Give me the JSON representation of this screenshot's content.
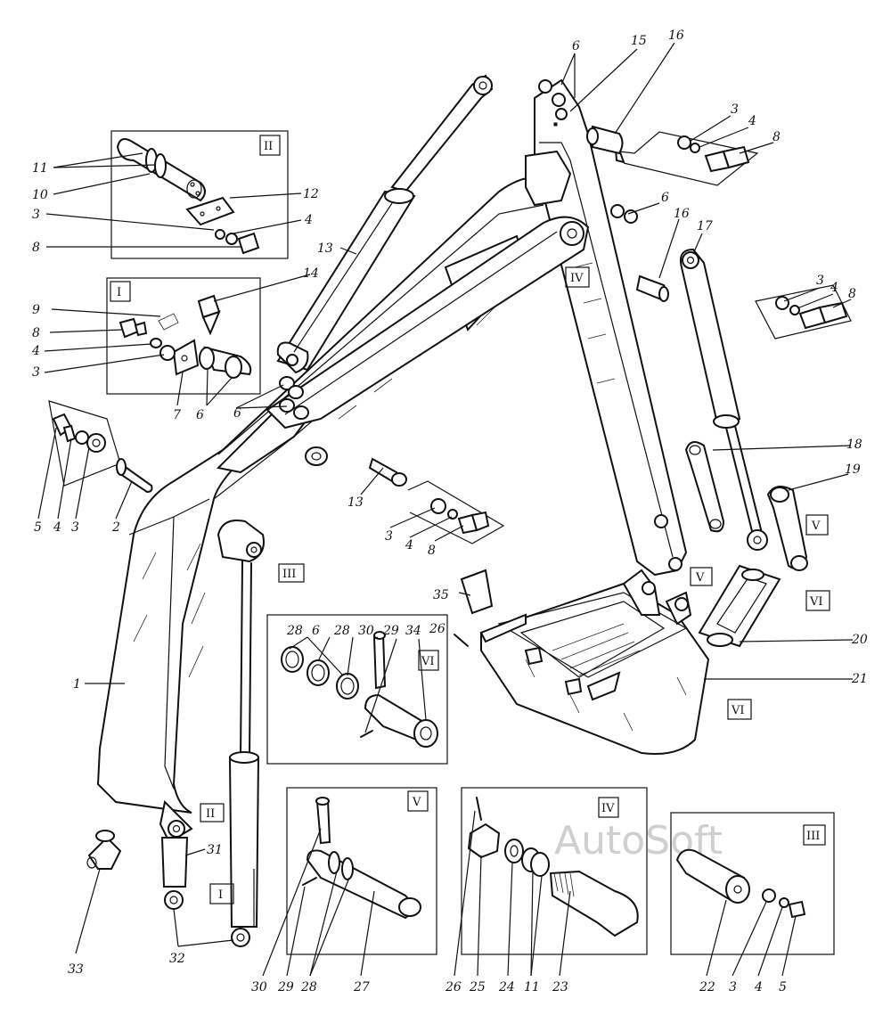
{
  "watermark": "AutoSoft",
  "callouts": [
    {
      "id": "c6a",
      "text": "6"
    },
    {
      "id": "c15",
      "text": "15"
    },
    {
      "id": "c16a",
      "text": "16"
    },
    {
      "id": "c3a",
      "text": "3"
    },
    {
      "id": "c4a",
      "text": "4"
    },
    {
      "id": "c8a",
      "text": "8"
    },
    {
      "id": "c6b",
      "text": "6"
    },
    {
      "id": "c16b",
      "text": "16"
    },
    {
      "id": "c17",
      "text": "17"
    },
    {
      "id": "c3b",
      "text": "3"
    },
    {
      "id": "c4b",
      "text": "4"
    },
    {
      "id": "c8b",
      "text": "8"
    },
    {
      "id": "c18",
      "text": "18"
    },
    {
      "id": "c19",
      "text": "19"
    },
    {
      "id": "c20",
      "text": "20"
    },
    {
      "id": "c21",
      "text": "21"
    },
    {
      "id": "c35",
      "text": "35"
    },
    {
      "id": "c26a",
      "text": "26"
    },
    {
      "id": "c11a",
      "text": "11"
    },
    {
      "id": "c10",
      "text": "10"
    },
    {
      "id": "c12",
      "text": "12"
    },
    {
      "id": "c3c",
      "text": "3"
    },
    {
      "id": "c4c",
      "text": "4"
    },
    {
      "id": "c8c",
      "text": "8"
    },
    {
      "id": "c13a",
      "text": "13"
    },
    {
      "id": "c14",
      "text": "14"
    },
    {
      "id": "c9",
      "text": "9"
    },
    {
      "id": "c8d",
      "text": "8"
    },
    {
      "id": "c4d",
      "text": "4"
    },
    {
      "id": "c3d",
      "text": "3"
    },
    {
      "id": "c7",
      "text": "7"
    },
    {
      "id": "c6c",
      "text": "6"
    },
    {
      "id": "c6d",
      "text": "6"
    },
    {
      "id": "c5a",
      "text": "5"
    },
    {
      "id": "c4e",
      "text": "4"
    },
    {
      "id": "c3e",
      "text": "3"
    },
    {
      "id": "c2",
      "text": "2"
    },
    {
      "id": "c13b",
      "text": "13"
    },
    {
      "id": "c3f",
      "text": "3"
    },
    {
      "id": "c4f",
      "text": "4"
    },
    {
      "id": "c8e",
      "text": "8"
    },
    {
      "id": "c1",
      "text": "1"
    },
    {
      "id": "c28a",
      "text": "28"
    },
    {
      "id": "c6e",
      "text": "6"
    },
    {
      "id": "c28b",
      "text": "28"
    },
    {
      "id": "c30a",
      "text": "30"
    },
    {
      "id": "c29a",
      "text": "29"
    },
    {
      "id": "c34",
      "text": "34"
    },
    {
      "id": "c31",
      "text": "31"
    },
    {
      "id": "c32",
      "text": "32"
    },
    {
      "id": "c33",
      "text": "33"
    },
    {
      "id": "c30b",
      "text": "30"
    },
    {
      "id": "c29b",
      "text": "29"
    },
    {
      "id": "c28c",
      "text": "28"
    },
    {
      "id": "c27",
      "text": "27"
    },
    {
      "id": "c26b",
      "text": "26"
    },
    {
      "id": "c25",
      "text": "25"
    },
    {
      "id": "c24",
      "text": "24"
    },
    {
      "id": "c11b",
      "text": "11"
    },
    {
      "id": "c23",
      "text": "23"
    },
    {
      "id": "c22",
      "text": "22"
    },
    {
      "id": "c3g",
      "text": "3"
    },
    {
      "id": "c4g",
      "text": "4"
    },
    {
      "id": "c5b",
      "text": "5"
    }
  ],
  "view_labels": [
    {
      "id": "v2box",
      "text": "II"
    },
    {
      "id": "v1box",
      "text": "I"
    },
    {
      "id": "v4main",
      "text": "IV"
    },
    {
      "id": "v3main",
      "text": "III"
    },
    {
      "id": "v5main",
      "text": "V"
    },
    {
      "id": "v5link",
      "text": "V"
    },
    {
      "id": "v6link",
      "text": "VI"
    },
    {
      "id": "v6bucket",
      "text": "VI"
    },
    {
      "id": "v6box",
      "text": "VI"
    },
    {
      "id": "v2main",
      "text": "II"
    },
    {
      "id": "v1main",
      "text": "I"
    },
    {
      "id": "v5box",
      "text": "V"
    },
    {
      "id": "v4box",
      "text": "IV"
    },
    {
      "id": "v3box",
      "text": "III"
    }
  ]
}
